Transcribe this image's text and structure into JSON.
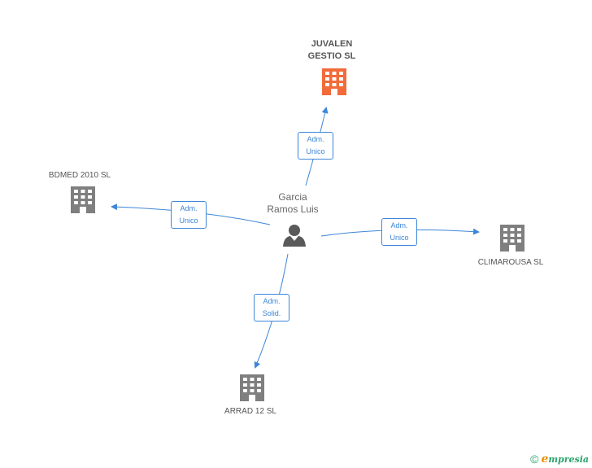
{
  "colors": {
    "edge": "#3d86d8",
    "company": "#7f7f7f",
    "company_main": "#f26b3a",
    "person": "#5a5a5a"
  },
  "person": {
    "line1": "Garcia",
    "line2": "Ramos Luis"
  },
  "companies": [
    {
      "id": "juvalen",
      "line1": "JUVALEN",
      "line2": "GESTIO SL",
      "main": true
    },
    {
      "id": "bdmed",
      "line1": "BDMED 2010 SL",
      "line2": "",
      "main": false
    },
    {
      "id": "climarousa",
      "line1": "CLIMAROUSA SL",
      "line2": "",
      "main": false
    },
    {
      "id": "arrad",
      "line1": "ARRAD 12 SL",
      "line2": "",
      "main": false
    }
  ],
  "edges": [
    {
      "to": "juvalen",
      "line1": "Adm.",
      "line2": "Unico"
    },
    {
      "to": "bdmed",
      "line1": "Adm.",
      "line2": "Unico"
    },
    {
      "to": "climarousa",
      "line1": "Adm.",
      "line2": "Unico"
    },
    {
      "to": "arrad",
      "line1": "Adm.",
      "line2": "Solid."
    }
  ],
  "credit": {
    "copyright": "©",
    "brand_initial": "e",
    "brand_rest": "mpresia"
  }
}
